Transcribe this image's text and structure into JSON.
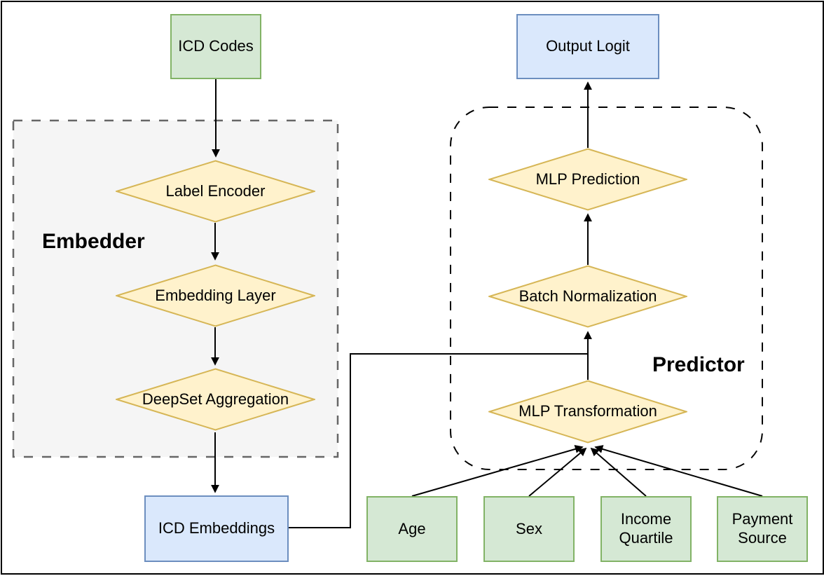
{
  "diagram": {
    "nodes": {
      "icd_codes": {
        "label": "ICD Codes",
        "type": "input",
        "color": "green"
      },
      "label_encoder": {
        "label": "Label Encoder",
        "type": "process",
        "color": "yellow"
      },
      "embedding_layer": {
        "label": "Embedding Layer",
        "type": "process",
        "color": "yellow"
      },
      "deepset_aggregation": {
        "label": "DeepSet Aggregation",
        "type": "process",
        "color": "yellow"
      },
      "icd_embeddings": {
        "label": "ICD Embeddings",
        "type": "data",
        "color": "blue"
      },
      "output_logit": {
        "label": "Output Logit",
        "type": "data",
        "color": "blue"
      },
      "mlp_prediction": {
        "label": "MLP Prediction",
        "type": "process",
        "color": "yellow"
      },
      "batch_normalization": {
        "label": "Batch Normalization",
        "type": "process",
        "color": "yellow"
      },
      "mlp_transformation": {
        "label": "MLP Transformation",
        "type": "process",
        "color": "yellow"
      },
      "age": {
        "label": "Age",
        "type": "input",
        "color": "green"
      },
      "sex": {
        "label": "Sex",
        "type": "input",
        "color": "green"
      },
      "income_quartile": {
        "label": "Income Quartile",
        "type": "input",
        "color": "green"
      },
      "payment_source": {
        "label": "Payment Source",
        "type": "input",
        "color": "green"
      }
    },
    "groups": {
      "embedder": {
        "label": "Embedder"
      },
      "predictor": {
        "label": "Predictor"
      }
    },
    "edges": [
      {
        "from": "ICD Codes",
        "to": "Label Encoder"
      },
      {
        "from": "Label Encoder",
        "to": "Embedding Layer"
      },
      {
        "from": "Embedding Layer",
        "to": "DeepSet Aggregation"
      },
      {
        "from": "DeepSet Aggregation",
        "to": "ICD Embeddings"
      },
      {
        "from": "ICD Embeddings",
        "to": "Batch Normalization"
      },
      {
        "from": "MLP Transformation",
        "to": "Batch Normalization"
      },
      {
        "from": "Batch Normalization",
        "to": "MLP Prediction"
      },
      {
        "from": "MLP Prediction",
        "to": "Output Logit"
      },
      {
        "from": "Age",
        "to": "MLP Transformation"
      },
      {
        "from": "Sex",
        "to": "MLP Transformation"
      },
      {
        "from": "Income Quartile",
        "to": "MLP Transformation"
      },
      {
        "from": "Payment Source",
        "to": "MLP Transformation"
      }
    ],
    "colors": {
      "green_fill": "#d5e8d4",
      "green_stroke": "#82b366",
      "blue_fill": "#dae8fc",
      "blue_stroke": "#6c8ebf",
      "yellow_fill": "#fff2cc",
      "yellow_stroke": "#d6b656",
      "gray_fill": "#f5f5f5",
      "gray_stroke": "#666666",
      "edge": "#000000"
    }
  }
}
